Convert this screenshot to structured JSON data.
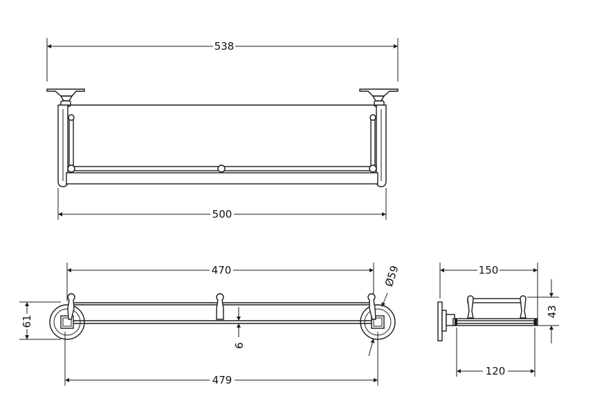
{
  "dimensions": {
    "top_width": "538",
    "bar_length": "500",
    "post_spacing": "470",
    "flange_diameter": "Ø59",
    "flange_height": "61",
    "gap": "6",
    "mount_spacing": "479",
    "side_depth": "150",
    "side_height": "43",
    "shelf_depth": "120"
  },
  "colors": {
    "line": "#1a1a1a",
    "background": "#ffffff"
  }
}
